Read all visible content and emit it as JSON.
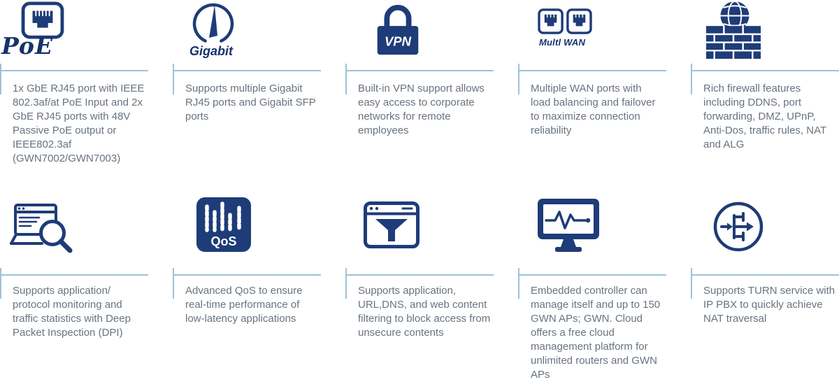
{
  "colors": {
    "icon_navy": "#1e3c78",
    "label_navy": "#16336b",
    "divider_blue": "#9cc3da",
    "text_gray": "#68737e"
  },
  "features": [
    {
      "name": "poe",
      "icon": "poe-port-icon",
      "icon_label": "PoE",
      "description": "1x GbE RJ45 port with IEEE 802.3af/at PoE Input and 2x GbE RJ45 ports with 48V Passive PoE output or IEEE802.3af (GWN7002/GWN7003)"
    },
    {
      "name": "gigabit",
      "icon": "speedometer-icon",
      "icon_label": "Gigabit",
      "description": "Supports multiple Gigabit RJ45 ports and  Gigabit SFP ports"
    },
    {
      "name": "vpn",
      "icon": "padlock-icon",
      "icon_label": "VPN",
      "description": "Built-in VPN support allows easy access to corporate networks for remote employees"
    },
    {
      "name": "multi-wan",
      "icon": "dual-wan-ports-icon",
      "icon_label": "Multl WAN",
      "description": "Multiple WAN ports with load balancing and failover to maximize connection reliability"
    },
    {
      "name": "firewall",
      "icon": "brick-wall-globe-icon",
      "description": "Rich firewall features including DDNS, port forwarding, DMZ, UPnP, Anti-Dos, traffic rules, NAT and ALG"
    },
    {
      "name": "dpi",
      "icon": "laptop-magnifier-icon",
      "description": "Supports application/ protocol monitoring and traffic statistics with Deep Packet Inspection (DPI)"
    },
    {
      "name": "qos",
      "icon": "equalizer-icon",
      "icon_label": "QoS",
      "description": "Advanced QoS to ensure real-time performance of low-latency applications"
    },
    {
      "name": "web-filter",
      "icon": "browser-funnel-icon",
      "description": "Supports application, URL,DNS, and web content filtering to block access from unsecure contents"
    },
    {
      "name": "controller",
      "icon": "monitor-pulse-icon",
      "description": "Embedded controller can manage itself and up to 150 GWN APs; GWN. Cloud offers a free cloud management platform for unlimited routers and GWN APs"
    },
    {
      "name": "turn",
      "icon": "nat-traversal-icon",
      "description": "Supports TURN service with IP PBX to quickly achieve NAT traversal"
    }
  ]
}
